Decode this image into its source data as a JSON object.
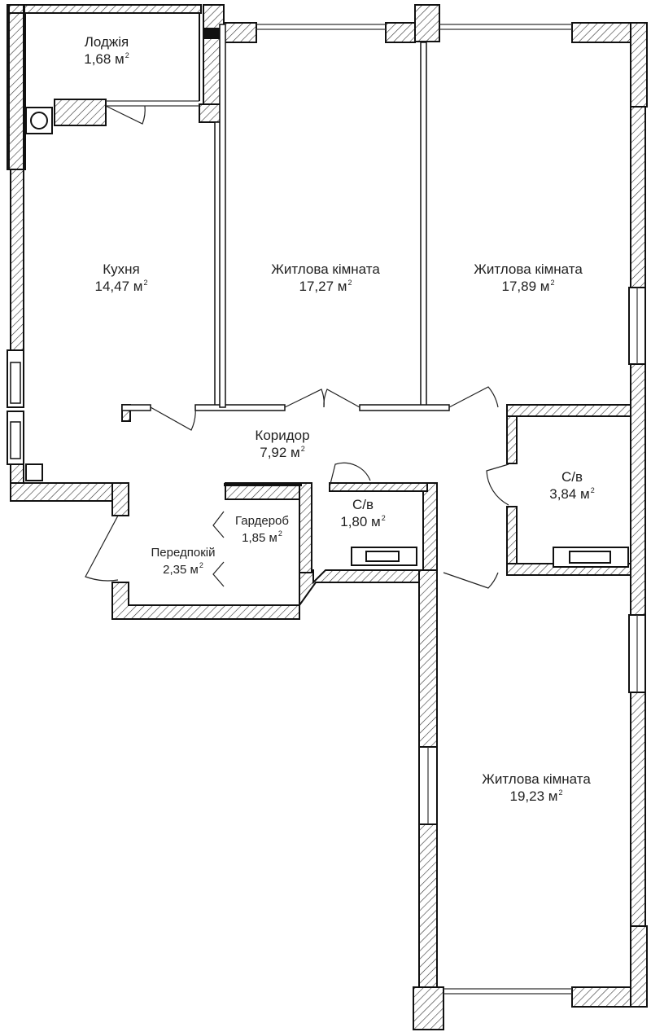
{
  "unit_suffix": "2",
  "rooms": [
    {
      "id": "loggia",
      "name": "Лоджія",
      "area": "1,68 м"
    },
    {
      "id": "kitchen",
      "name": "Кухня",
      "area": "14,47 м"
    },
    {
      "id": "living1",
      "name": "Житлова кімната",
      "area": "17,27 м"
    },
    {
      "id": "living2",
      "name": "Житлова кімната",
      "area": "17,89 м"
    },
    {
      "id": "corridor",
      "name": "Коридор",
      "area": "7,92 м"
    },
    {
      "id": "wardrobe",
      "name": "Гардероб",
      "area": "1,85 м"
    },
    {
      "id": "bath-small",
      "name": "С/в",
      "area": "1,80 м"
    },
    {
      "id": "bath-large",
      "name": "С/в",
      "area": "3,84 м"
    },
    {
      "id": "hall",
      "name": "Передпокій",
      "area": "2,35 м"
    },
    {
      "id": "living3",
      "name": "Житлова кімната",
      "area": "19,23 м"
    }
  ]
}
